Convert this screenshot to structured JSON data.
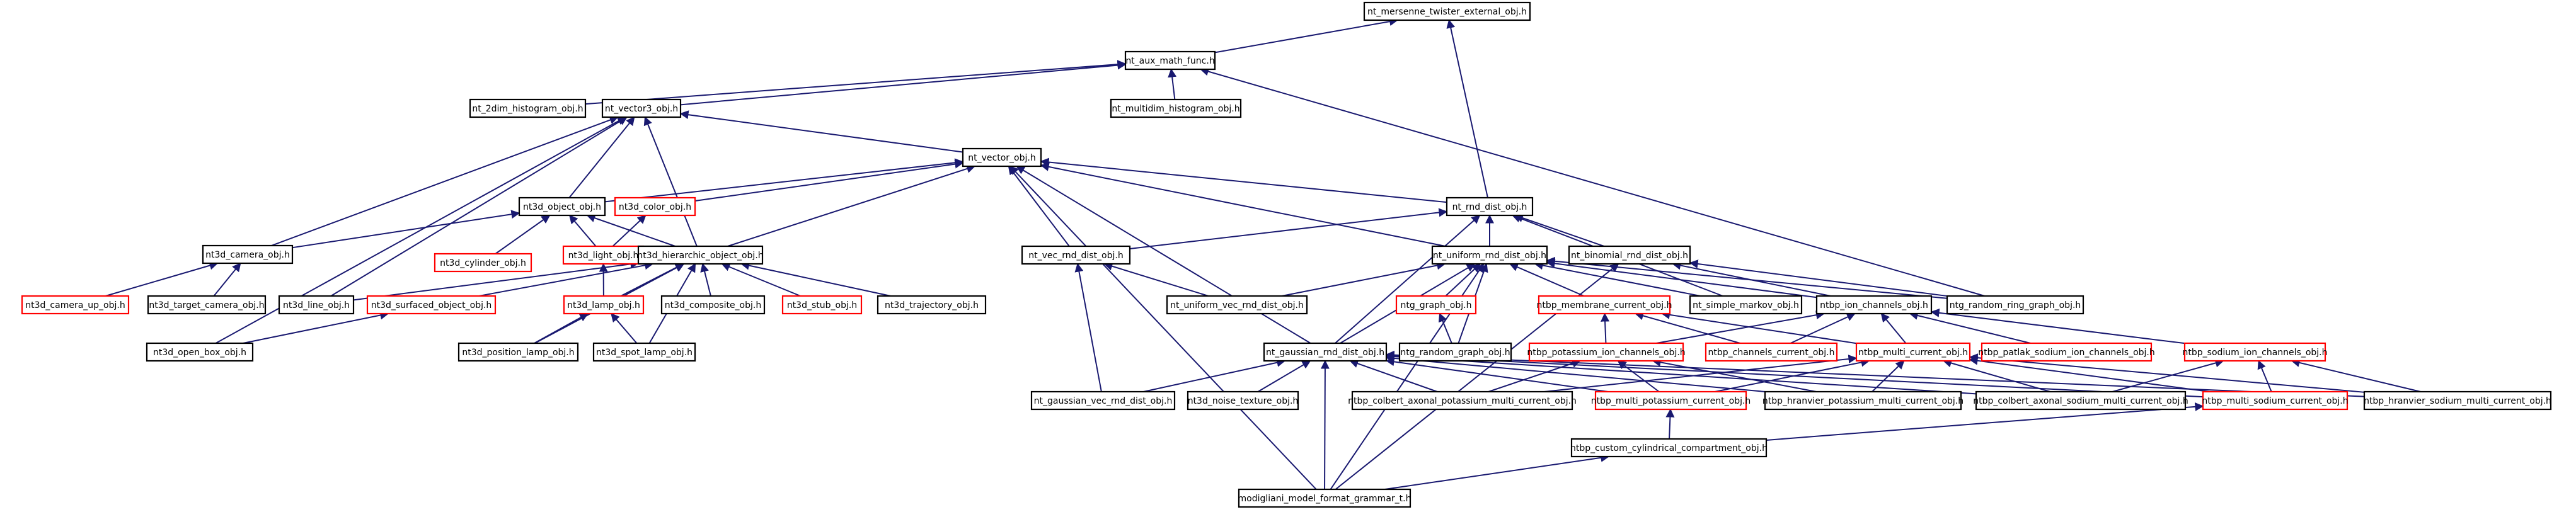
{
  "colors": {
    "edge": "#191970",
    "linked_border": "#000000",
    "unlinked_border": "#ff0000",
    "root_fill": "#bfbfbf",
    "background": "#ffffff"
  },
  "nodes": [
    {
      "id": "mersenne",
      "label": "nt_mersenne_twister_external_obj.h",
      "root": true
    },
    {
      "id": "auxmath",
      "label": "nt_aux_math_func.h"
    },
    {
      "id": "hist2d",
      "label": "nt_2dim_histogram_obj.h"
    },
    {
      "id": "vec3",
      "label": "nt_vector3_obj.h"
    },
    {
      "id": "histmulti",
      "label": "nt_multidim_histogram_obj.h"
    },
    {
      "id": "vecobj",
      "label": "nt_vector_obj.h"
    },
    {
      "id": "obj3d",
      "label": "nt3d_object_obj.h"
    },
    {
      "id": "color",
      "label": "nt3d_color_obj.h",
      "red": true
    },
    {
      "id": "rnd",
      "label": "nt_rnd_dist_obj.h"
    },
    {
      "id": "camera",
      "label": "nt3d_camera_obj.h"
    },
    {
      "id": "cylinder",
      "label": "nt3d_cylinder_obj.h",
      "red": true
    },
    {
      "id": "light",
      "label": "nt3d_light_obj.h",
      "red": true
    },
    {
      "id": "hier",
      "label": "nt3d_hierarchic_object_obj.h"
    },
    {
      "id": "vecrnd",
      "label": "nt_vec_rnd_dist_obj.h"
    },
    {
      "id": "unif",
      "label": "nt_uniform_rnd_dist_obj.h"
    },
    {
      "id": "binom",
      "label": "nt_binomial_rnd_dist_obj.h"
    },
    {
      "id": "camup",
      "label": "nt3d_camera_up_obj.h",
      "red": true
    },
    {
      "id": "target",
      "label": "nt3d_target_camera_obj.h"
    },
    {
      "id": "line",
      "label": "nt3d_line_obj.h"
    },
    {
      "id": "surf",
      "label": "nt3d_surfaced_object_obj.h",
      "red": true
    },
    {
      "id": "lamp",
      "label": "nt3d_lamp_obj.h",
      "red": true
    },
    {
      "id": "comp",
      "label": "nt3d_composite_obj.h"
    },
    {
      "id": "stub",
      "label": "nt3d_stub_obj.h",
      "red": true
    },
    {
      "id": "traj",
      "label": "nt3d_trajectory_obj.h"
    },
    {
      "id": "unifvec",
      "label": "nt_uniform_vec_rnd_dist_obj.h"
    },
    {
      "id": "ntggraph",
      "label": "ntg_graph_obj.h",
      "red": true
    },
    {
      "id": "membrane",
      "label": "ntbp_membrane_current_obj.h",
      "red": true
    },
    {
      "id": "markov",
      "label": "nt_simple_markov_obj.h"
    },
    {
      "id": "ionch",
      "label": "ntbp_ion_channels_obj.h"
    },
    {
      "id": "ringgraph",
      "label": "ntg_random_ring_graph_obj.h"
    },
    {
      "id": "openbox",
      "label": "nt3d_open_box_obj.h"
    },
    {
      "id": "poslamp",
      "label": "nt3d_position_lamp_obj.h"
    },
    {
      "id": "spotlamp",
      "label": "nt3d_spot_lamp_obj.h"
    },
    {
      "id": "randgraph",
      "label": "ntg_random_graph_obj.h"
    },
    {
      "id": "gauss",
      "label": "nt_gaussian_rnd_dist_obj.h"
    },
    {
      "id": "potion",
      "label": "ntbp_potassium_ion_channels_obj.h",
      "red": true
    },
    {
      "id": "chancur",
      "label": "ntbp_channels_current_obj.h",
      "red": true
    },
    {
      "id": "multicur",
      "label": "ntbp_multi_current_obj.h",
      "red": true
    },
    {
      "id": "patlak",
      "label": "ntbp_patlak_sodium_ion_channels_obj.h",
      "red": true
    },
    {
      "id": "sodion",
      "label": "ntbp_sodium_ion_channels_obj.h",
      "red": true
    },
    {
      "id": "gaussvec",
      "label": "nt_gaussian_vec_rnd_dist_obj.h"
    },
    {
      "id": "noise",
      "label": "nt3d_noise_texture_obj.h"
    },
    {
      "id": "colpot",
      "label": "ntbp_colbert_axonal_potassium_multi_current_obj.h"
    },
    {
      "id": "multipot",
      "label": "ntbp_multi_potassium_current_obj.h",
      "red": true
    },
    {
      "id": "hranpot",
      "label": "ntbp_hranvier_potassium_multi_current_obj.h"
    },
    {
      "id": "colsod",
      "label": "ntbp_colbert_axonal_sodium_multi_current_obj.h"
    },
    {
      "id": "multisod",
      "label": "ntbp_multi_sodium_current_obj.h",
      "red": true
    },
    {
      "id": "hransod",
      "label": "ntbp_hranvier_sodium_multi_current_obj.h"
    },
    {
      "id": "cyl",
      "label": "ntbp_custom_cylindrical_compartment_obj.h"
    },
    {
      "id": "modig",
      "label": "modigliani_model_format_grammar_t.h"
    }
  ]
}
